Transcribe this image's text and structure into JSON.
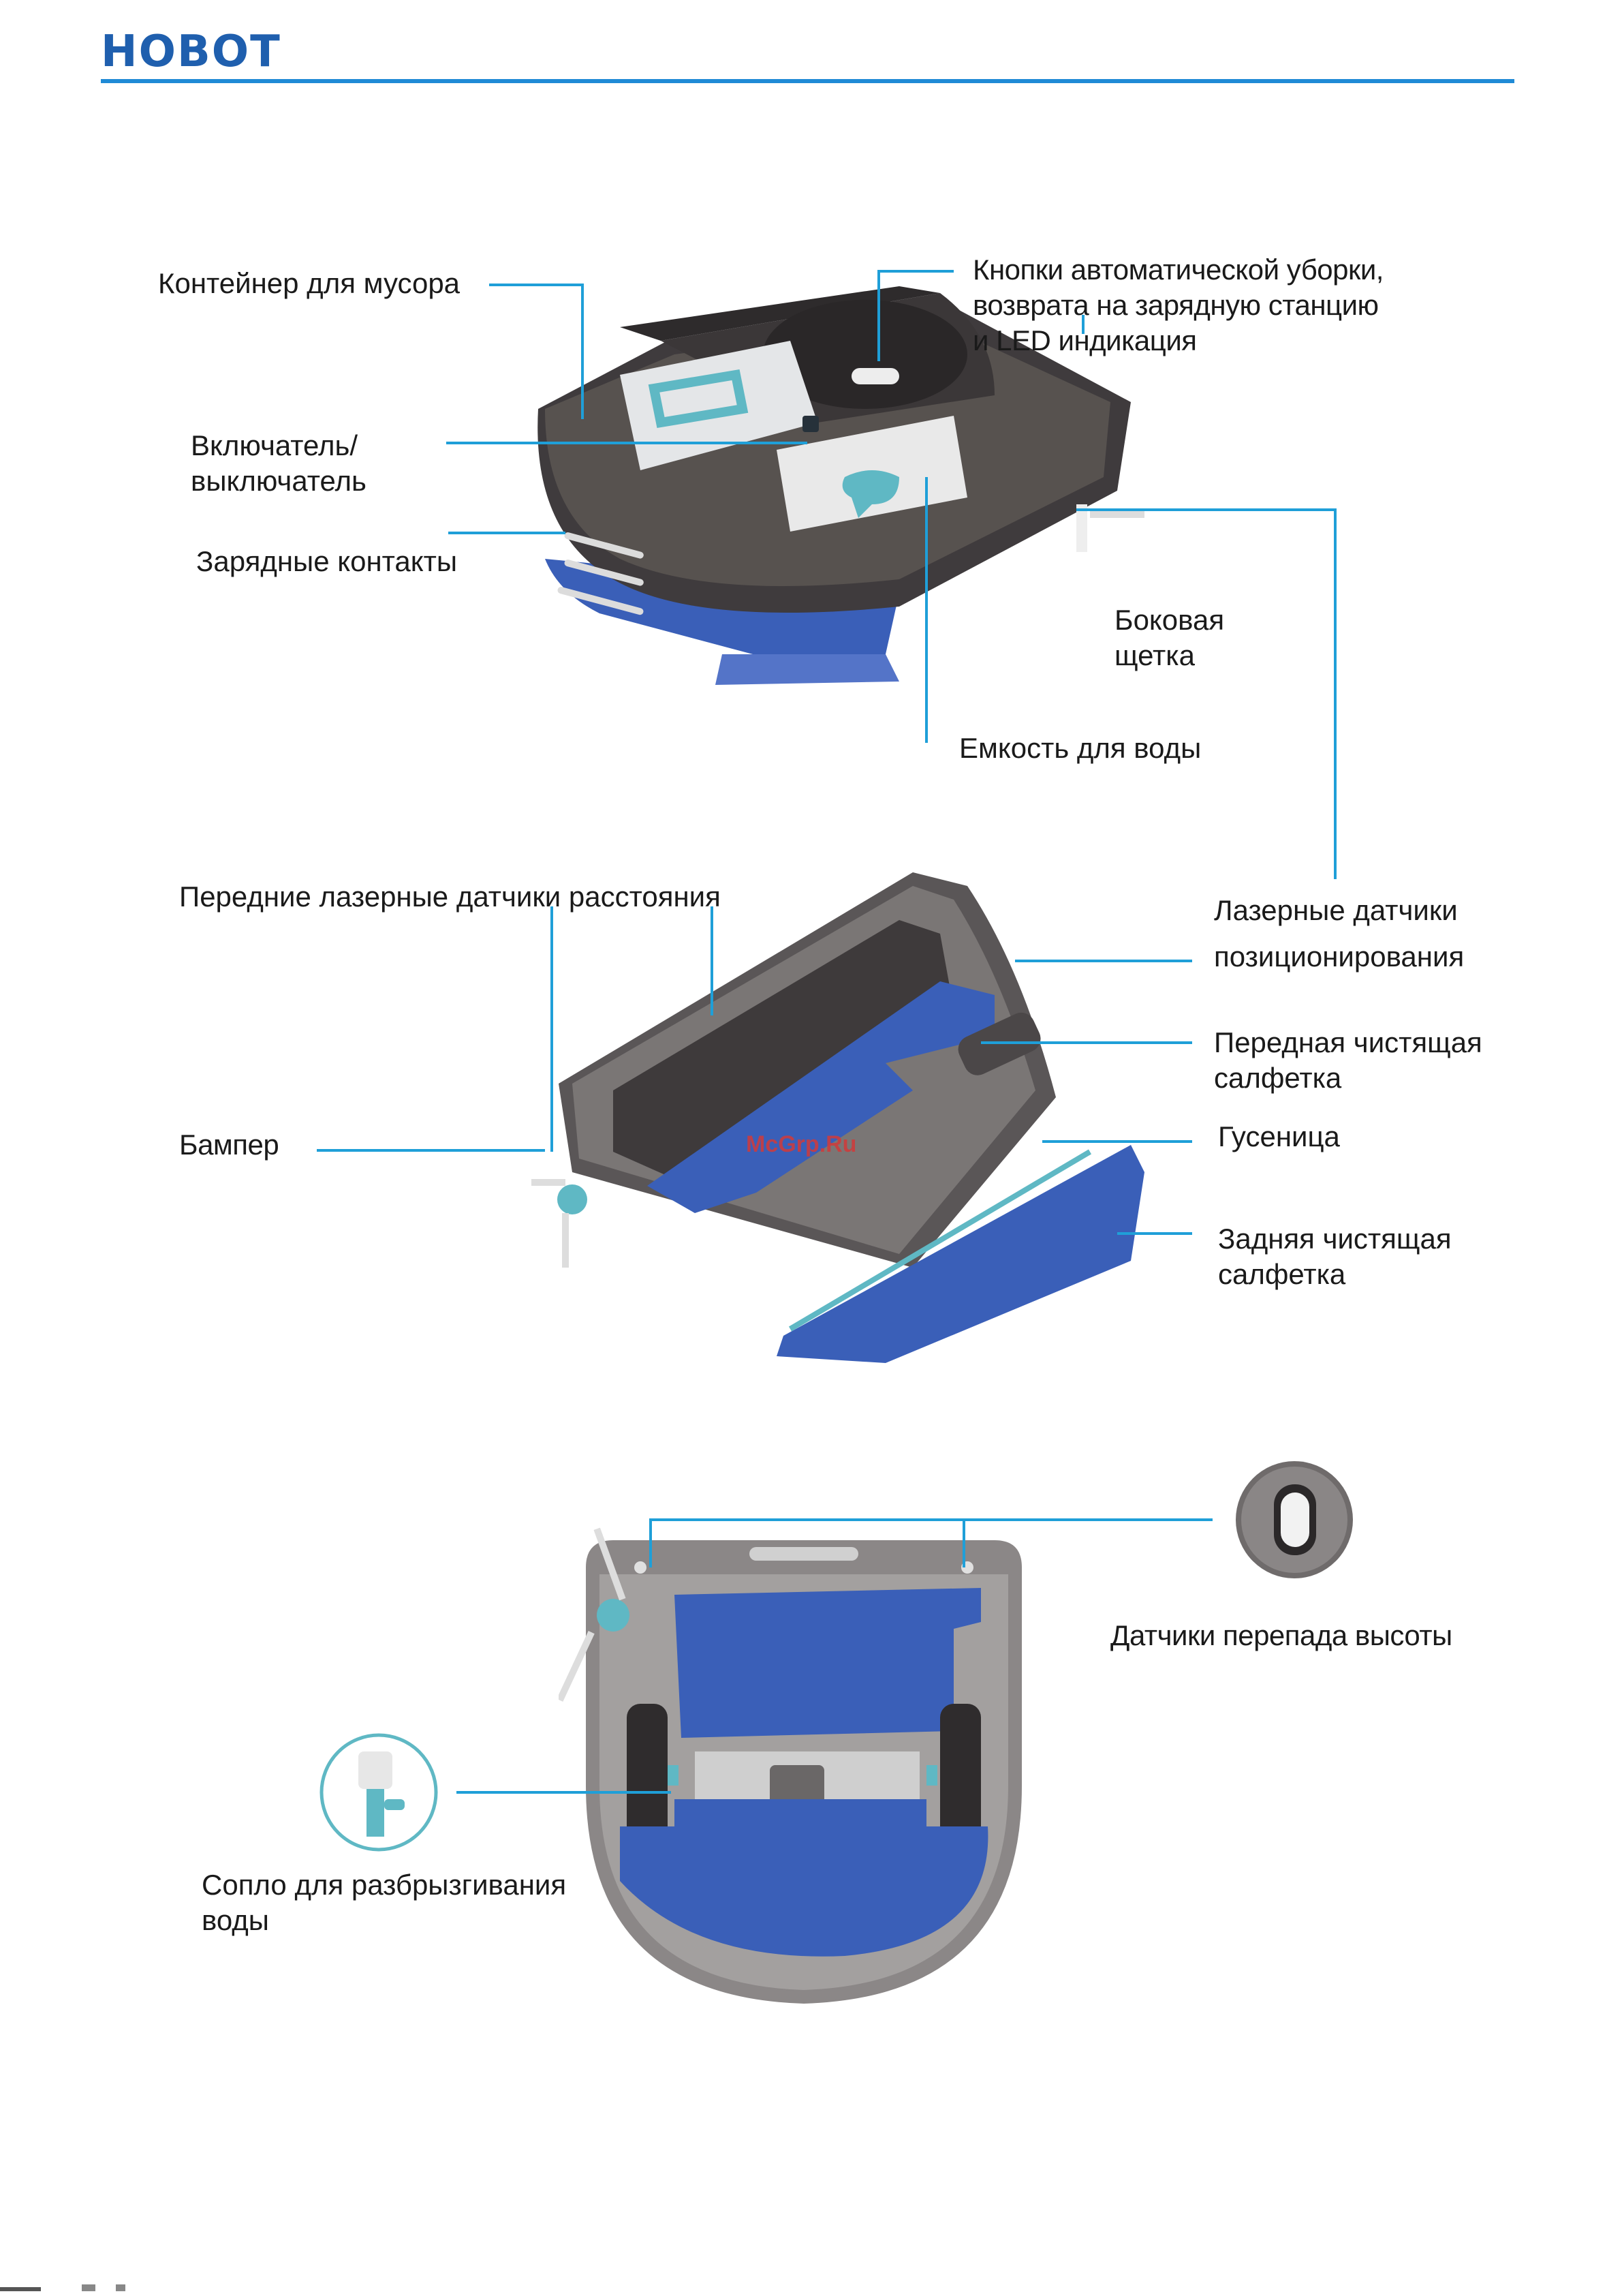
{
  "header": {
    "brand": "HOBOT"
  },
  "labels": {
    "dust_container": "Контейнер для мусора",
    "auto_buttons": "Кнопки автоматической уборки,\nвозврата на зарядную станцию\nи LED индикация",
    "power_switch": "Включатель/\nвыключатель",
    "charge_contacts": "Зарядные контакты",
    "side_brush": "Боковая\nщетка",
    "water_tank": "Емкость для воды",
    "front_laser": "Передние лазерные датчики расстояния",
    "laser_positioning": "Лазерные датчики\nпозиционирования",
    "front_pad": "Передная чистящая\nсалфетка",
    "bumper": "Бампер",
    "track": "Гусеница",
    "rear_pad": "Задняя чистящая\nсалфетка",
    "cliff_sensors": "Датчики перепада высоты",
    "spray_nozzle": "Сопло для разбрызгивания\nводы"
  },
  "watermark": "McGrp.Ru",
  "colors": {
    "brand": "#1f5fae",
    "leader": "#1f9fd8",
    "robot_body": "#4a4648",
    "pad_blue": "#3a5fb8",
    "accent_teal": "#5fb8c4"
  }
}
